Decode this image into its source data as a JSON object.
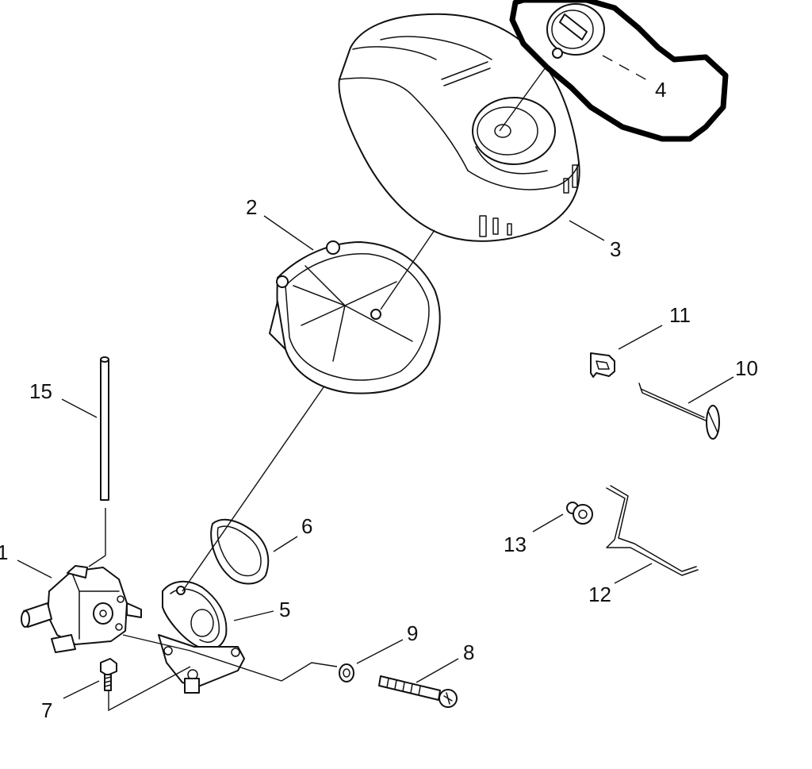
{
  "callouts": {
    "c1": "1",
    "c2": "2",
    "c3": "3",
    "c4": "4",
    "c5": "5",
    "c6": "6",
    "c7": "7",
    "c8": "8",
    "c9": "9",
    "c10": "10",
    "c11": "11",
    "c12": "12",
    "c13": "13",
    "c15": "15"
  },
  "colors": {
    "line": "#111111",
    "highlight": "#000000",
    "background": "#ffffff"
  }
}
